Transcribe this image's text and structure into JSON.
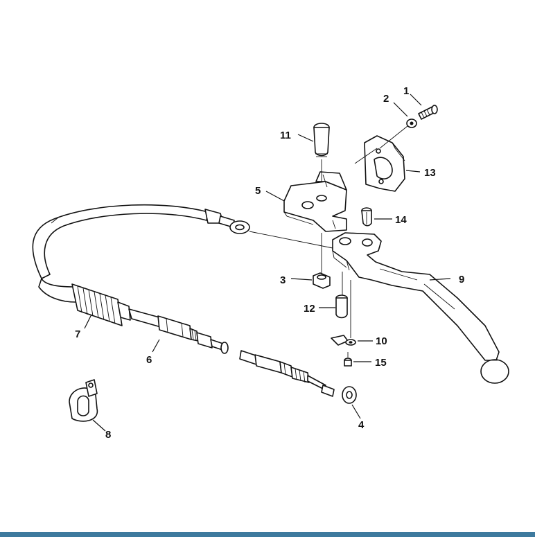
{
  "callouts": {
    "c1": "1",
    "c2": "2",
    "c3": "3",
    "c4": "4",
    "c5": "5",
    "c6": "6",
    "c7": "7",
    "c8": "8",
    "c9": "9",
    "c10": "10",
    "c11": "11",
    "c12": "12",
    "c13": "13",
    "c14": "14",
    "c15": "15"
  },
  "colors": {
    "ink": "#111111",
    "bottom_bar": "#3d7a9e"
  }
}
